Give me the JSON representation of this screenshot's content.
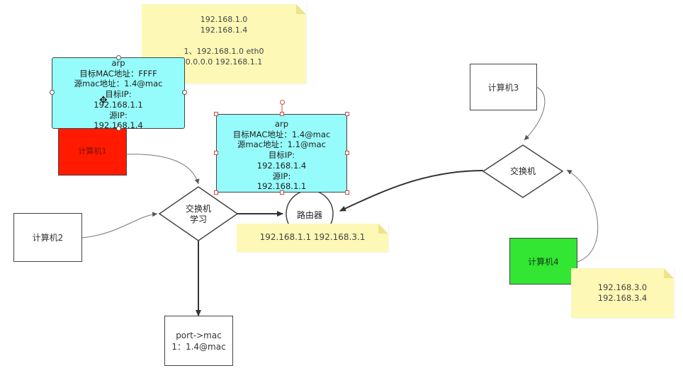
{
  "notes": {
    "top": {
      "lines": [
        "192.168.1.0",
        "192.168.1.4",
        "",
        "1、192.168.1.0  eth0",
        "0.0.0.0  192.168.1.1"
      ]
    },
    "router": {
      "lines": [
        "192.168.1.1   192.168.3.1"
      ]
    },
    "right": {
      "lines": [
        "192.168.3.0",
        "192.168.3.4"
      ]
    }
  },
  "computers": {
    "pc1": "计算机1",
    "pc2": "计算机2",
    "pc3": "计算机3",
    "pc4": "计算机4"
  },
  "switch_left": {
    "lines": [
      "交换机",
      "学习"
    ]
  },
  "switch_right": {
    "label": "交换机"
  },
  "router": {
    "label": "路由器"
  },
  "port_box": {
    "lines": [
      "port->mac",
      "1：1.4@mac"
    ]
  },
  "arp_left": {
    "lines": [
      "arp",
      "目标MAC地址：FFFF",
      "源mac地址：1.4@mac",
      "目标IP:",
      "192.168.1.1",
      "源IP:",
      "192.168.1.4"
    ]
  },
  "arp_center": {
    "lines": [
      "arp",
      "目标MAC地址：1.4@mac",
      "源mac地址：1.1@mac",
      "目标IP:",
      "192.168.1.4",
      "源IP:",
      "192.168.1.1"
    ]
  },
  "colors": {
    "note": "#fdf8b5",
    "arp": "#96fbfb",
    "pc1": "#ff1a00",
    "pc4": "#33e633",
    "handle": "#c0504d"
  }
}
